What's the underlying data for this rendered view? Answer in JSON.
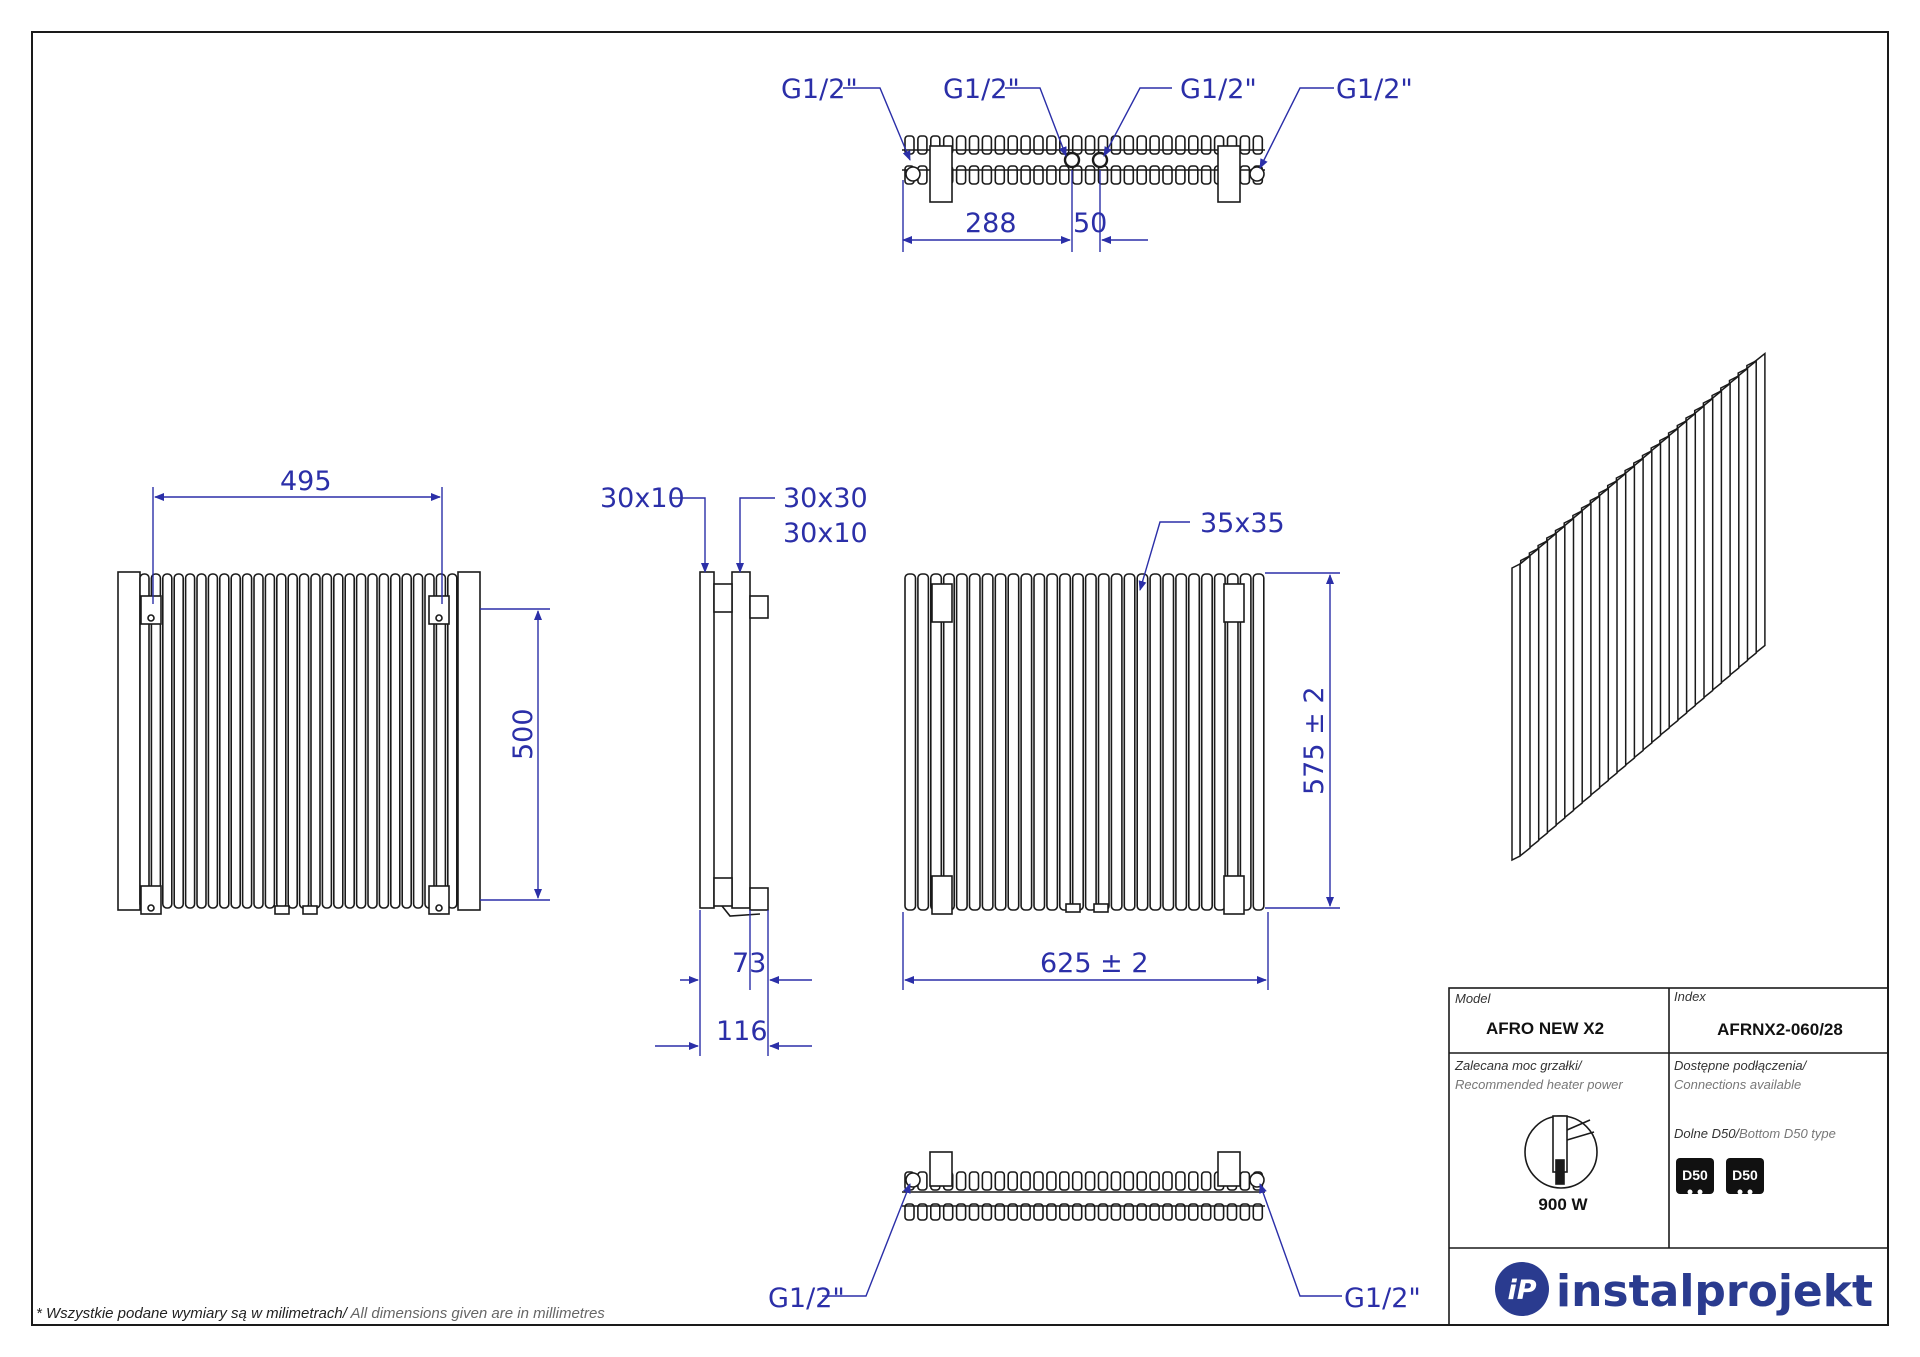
{
  "dimensions": {
    "g_top_1": "G1/2\"",
    "g_top_2": "G1/2\"",
    "g_top_3": "G1/2\"",
    "g_top_4": "G1/2\"",
    "g_bottom_left": "G1/2\"",
    "g_bottom_right": "G1/2\"",
    "top_288": "288",
    "top_50": "50",
    "front_width": "495",
    "front_height": "500",
    "side_30x10": "30x10",
    "side_30x30": "30x30",
    "side_30x10_b": "30x10",
    "side_73": "73",
    "side_116": "116",
    "rear_35x35": "35x35",
    "rear_height": "575 ± 2",
    "rear_width": "625 ± 2"
  },
  "title_block": {
    "model_label": "Model",
    "model_value": "AFRO NEW X2",
    "index_label": "Index",
    "index_value": "AFRNX2-060/28",
    "heater_label_pl": "Zalecana moc grzałki/",
    "heater_label_en": "Recommended heater power",
    "heater_value": "900 W",
    "connections_label_pl": "Dostępne podłączenia/",
    "connections_label_en": "Connections available",
    "connection_type_pl": "Dolne D50/",
    "connection_type_en": "Bottom D50 type",
    "badge_1": "D50",
    "badge_2": "D50",
    "logo_mark": "iP",
    "logo_text": "instalprojekt"
  },
  "footnote": {
    "pl": "* Wszystkie podane wymiary są w milimetrach/",
    "en": " All dimensions given are in millimetres"
  },
  "colors": {
    "dimension": "#2b2fa8",
    "outline": "#1a1a1a",
    "logo": "#2a3b8f"
  }
}
